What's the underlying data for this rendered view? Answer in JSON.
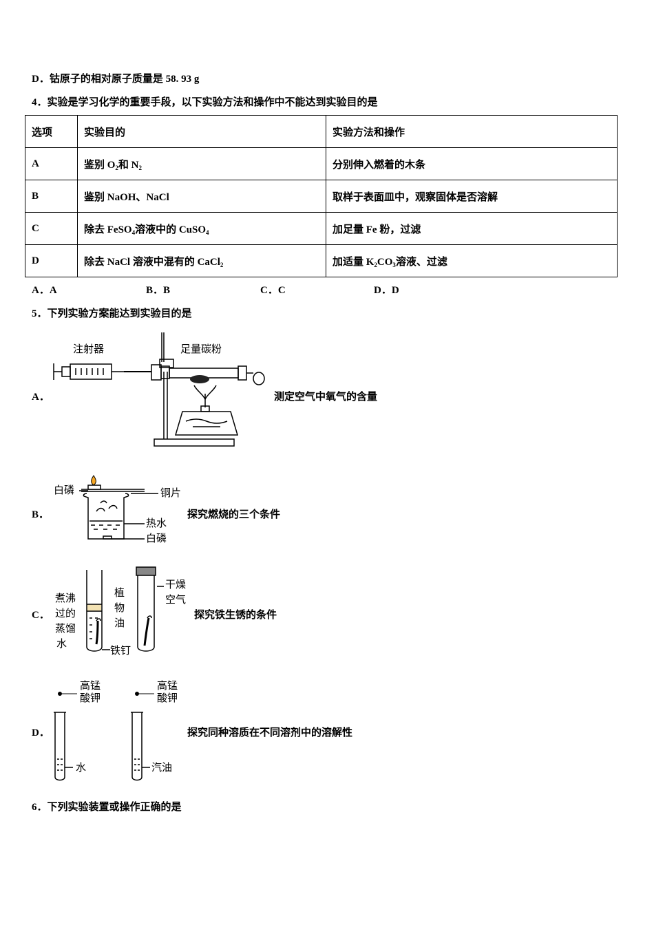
{
  "q3_option_d": "D．钴原子的相对原子质量是 58. 93 g",
  "q4": {
    "stem": "4．实验是学习化学的重要手段，以下实验方法和操作中不能达到实验目的是",
    "headers": [
      "选项",
      "实验目的",
      "实验方法和操作"
    ],
    "rows": [
      {
        "opt": "A",
        "purpose_pre": "鉴别 O",
        "purpose_s1": "2",
        "purpose_mid": "和 N",
        "purpose_s2": "2",
        "purpose_post": "",
        "method_pre": "分别伸入燃着的木条",
        "method_sub": "",
        "method_post": ""
      },
      {
        "opt": "B",
        "purpose_pre": "鉴别 NaOH、NaCl",
        "purpose_s1": "",
        "purpose_mid": "",
        "purpose_s2": "",
        "purpose_post": "",
        "method_pre": "取样于表面皿中，观察固体是否溶解",
        "method_sub": "",
        "method_post": ""
      },
      {
        "opt": "C",
        "purpose_pre": "除去 FeSO",
        "purpose_s1": "4",
        "purpose_mid": "溶液中的 CuSO",
        "purpose_s2": "4",
        "purpose_post": "",
        "method_pre": "加足量 Fe 粉，过滤",
        "method_sub": "",
        "method_post": ""
      },
      {
        "opt": "D",
        "purpose_pre": "除去 NaCl 溶液中混有的 CaCl",
        "purpose_s1": "2",
        "purpose_mid": "",
        "purpose_s2": "",
        "purpose_post": "",
        "method_pre": "加适量 K",
        "method_sub": "2",
        "method_post": "CO"
      }
    ],
    "method_d_sub2": "3",
    "method_d_tail": "溶液、过滤",
    "choices": [
      "A．A",
      "B．B",
      "C．C",
      "D．D"
    ]
  },
  "q5": {
    "stem": "5．下列实验方案能达到实验目的是",
    "options": [
      {
        "letter": "A．",
        "text": "测定空气中氧气的含量"
      },
      {
        "letter": "B．",
        "text": "探究燃烧的三个条件"
      },
      {
        "letter": "C．",
        "text": "探究铁生锈的条件"
      },
      {
        "letter": "D．",
        "text": "探究同种溶质在不同溶剂中的溶解性"
      }
    ],
    "fig_a": {
      "syringe": "注射器",
      "carbon": "足量碳粉"
    },
    "fig_b": {
      "white_p_top": "白磷",
      "copper": "铜片",
      "hot_water": "热水",
      "white_p_bottom": "白磷"
    },
    "fig_c": {
      "boiled1": "煮沸",
      "boiled2": "过的",
      "boiled3": "蒸馏",
      "boiled4": "水",
      "oil1": "植",
      "oil2": "物",
      "oil3": "油",
      "dry1": "干燥",
      "dry2": "空气",
      "nail": "铁钉"
    },
    "fig_d": {
      "kmno4_a1": "高锰",
      "kmno4_a2": "酸钾",
      "kmno4_b1": "高锰",
      "kmno4_b2": "酸钾",
      "water": "水",
      "gasoline": "汽油"
    }
  },
  "q6_stem": "6．下列实验装置或操作正确的是"
}
